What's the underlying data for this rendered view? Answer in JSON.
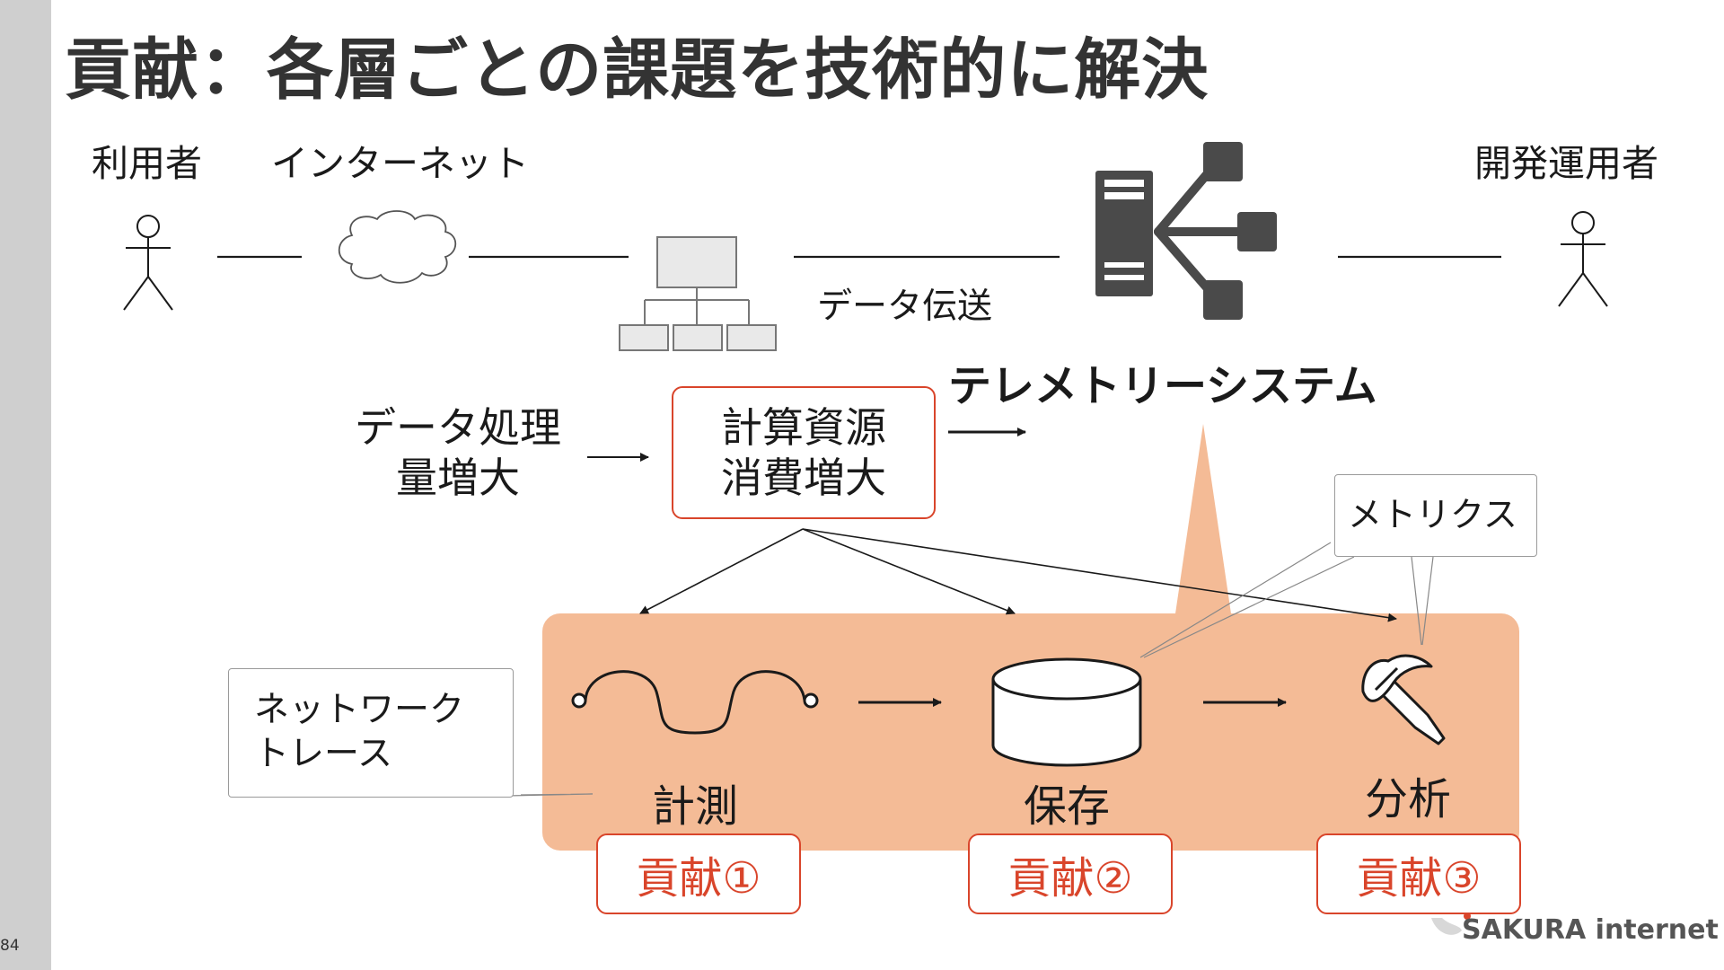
{
  "slide": {
    "title": "貢献：各層ごとの課題を技術的に解決",
    "page_number": "84"
  },
  "top_flow": {
    "user_label": "利用者",
    "internet_label": "インターネット",
    "dev_ops_label": "開発運用者",
    "transfer_label": "データ伝送",
    "telemetry_label": "テレメトリーシステム"
  },
  "problem": {
    "left_line1": "データ処理",
    "left_line2": "量増大",
    "box_line1": "計算資源",
    "box_line2": "消費増大"
  },
  "stages": {
    "measure": "計測",
    "store": "保存",
    "analyze": "分析"
  },
  "contributions": [
    "貢献①",
    "貢献②",
    "貢献③"
  ],
  "callouts": {
    "network_trace_line1": "ネットワーク",
    "network_trace_line2": "トレース",
    "metrics": "メトリクス"
  },
  "logo": {
    "text": "SAKURA internet"
  },
  "colors": {
    "panel": "#f4bb96",
    "accent_red": "#d9452b",
    "icon_gray": "#4a4a4a",
    "sidebar": "#cfcfcf"
  },
  "icons": [
    "stick-figure-icon",
    "cloud-icon",
    "network-hierarchy-icon",
    "server-network-icon",
    "wave-sensor-icon",
    "database-icon",
    "pickaxe-icon"
  ]
}
